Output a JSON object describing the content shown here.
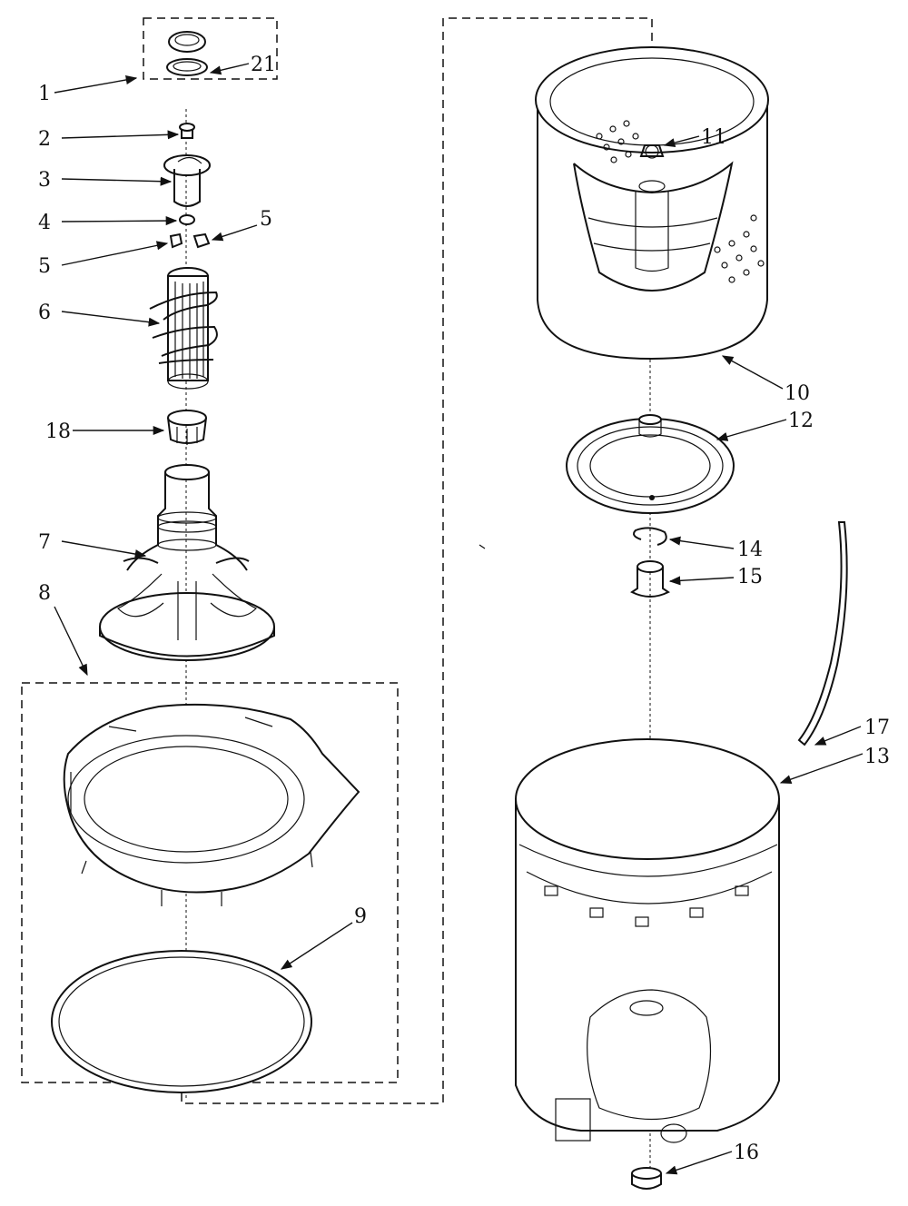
{
  "callouts": {
    "c1": "1",
    "c2": "2",
    "c3": "3",
    "c4": "4",
    "c5a": "5",
    "c5b": "5",
    "c6": "6",
    "c7": "7",
    "c8": "8",
    "c9": "9",
    "c10": "10",
    "c11": "11",
    "c12": "12",
    "c13": "13",
    "c14": "14",
    "c15": "15",
    "c16": "16",
    "c17": "17",
    "c18": "18",
    "c21": "21"
  }
}
